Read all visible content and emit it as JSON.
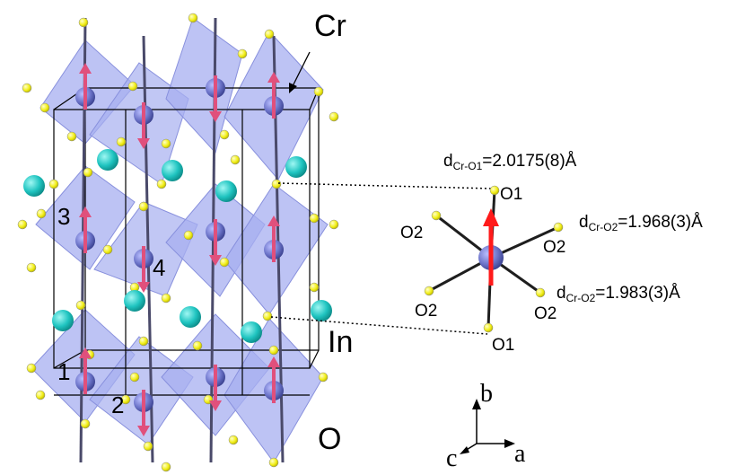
{
  "labels": {
    "cr": "Cr",
    "in": "In",
    "o": "O",
    "site1": "1",
    "site2": "2",
    "site3": "3",
    "site4": "4"
  },
  "octahedron": {
    "o1_top": "O1",
    "o1_bottom": "O1",
    "o2_left_up": "O2",
    "o2_right_up": "O2",
    "o2_left_down": "O2",
    "o2_right_down": "O2"
  },
  "distances": {
    "d1": {
      "base": "d",
      "sub": "Cr-O1",
      "value": "=2.0175(8)Å"
    },
    "d2": {
      "base": "d",
      "sub": "Cr-O2",
      "value": "=1.968(3)Å"
    },
    "d3": {
      "base": "d",
      "sub": "Cr-O2",
      "value": "=1.983(3)Å"
    }
  },
  "axes": {
    "b": "b",
    "c": "c",
    "a": "a"
  },
  "colors": {
    "octahedron_fill": "#a7aff0",
    "octahedron_edge": "#8890dd",
    "cr_atom": "#6c74c9",
    "in_atom": "#1fc4c0",
    "o_atom": "#f2ef1a",
    "spin_arrow": "#e0507c",
    "spin_arrow_bright": "#ff1a1a"
  }
}
